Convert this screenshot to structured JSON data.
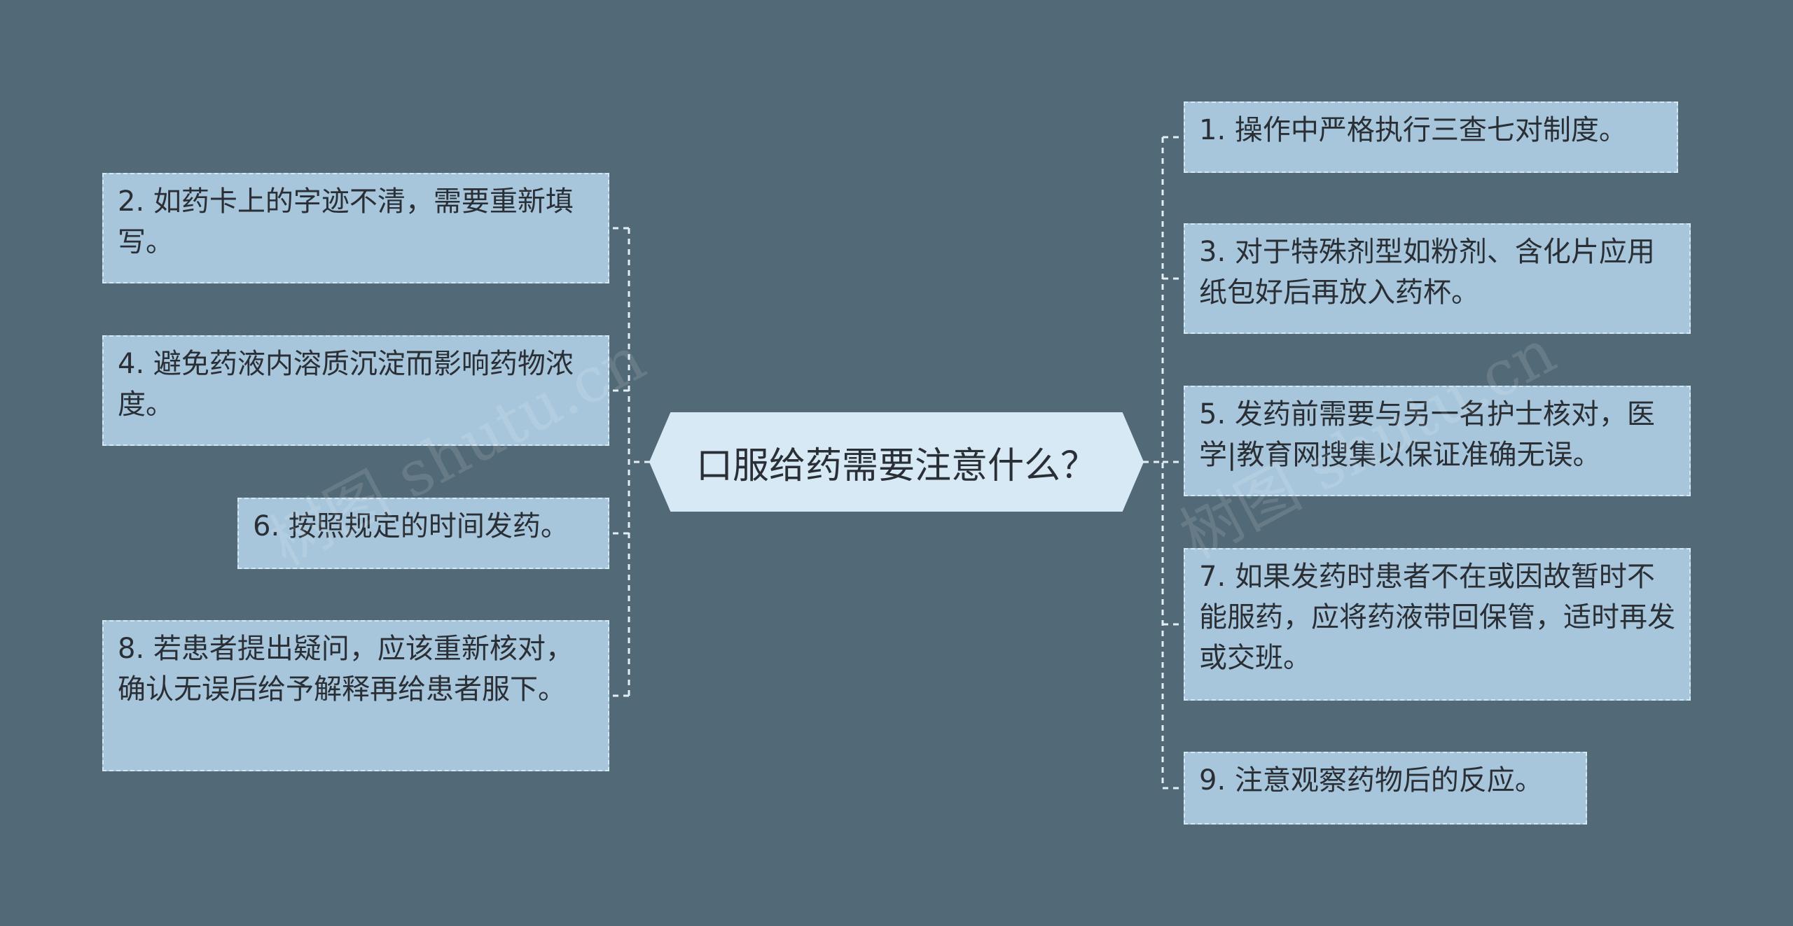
{
  "root": {
    "label": "口服给药需要注意什么？"
  },
  "left": [
    {
      "text": "2. 如药卡上的字迹不清，需要重新填写。"
    },
    {
      "text": "4. 避免药液内溶质沉淀而影响药物浓度。"
    },
    {
      "text": "6. 按照规定的时间发药。"
    },
    {
      "text": "8. 若患者提出疑问，应该重新核对，确认无误后给予解释再给患者服下。"
    }
  ],
  "right": [
    {
      "text": "1. 操作中严格执行三查七对制度。"
    },
    {
      "text": "3. 对于特殊剂型如粉剂、含化片应用纸包好后再放入药杯。"
    },
    {
      "text": "5. 发药前需要与另一名护士核对，医学|教育网搜集以保证准确无误。"
    },
    {
      "text": "7. 如果发药时患者不在或因故暂时不能服药，应将药液带回保管，适时再发或交班。"
    },
    {
      "text": "9. 注意观察药物后的反应。"
    }
  ],
  "watermarks": [
    "树图 shutu.cn",
    "树图 shutu.cn"
  ],
  "colors": {
    "background": "#526977",
    "node_fill": "#a8c6db",
    "node_border": "#d8e8f2",
    "root_fill": "#d7e9f5"
  }
}
